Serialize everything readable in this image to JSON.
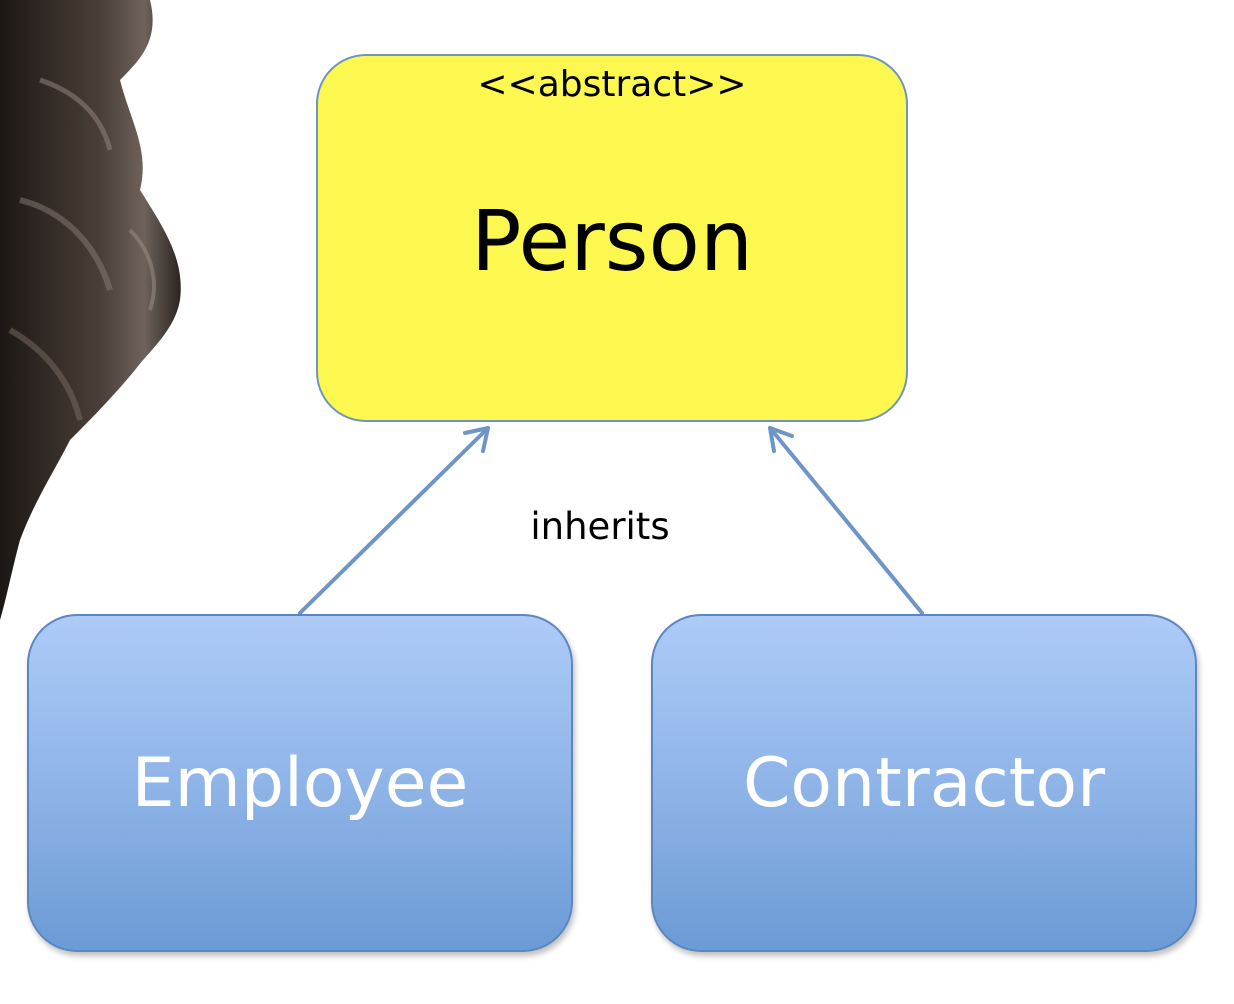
{
  "diagram": {
    "parent": {
      "stereotype": "<<abstract>>",
      "name": "Person",
      "fill_color": "#fdf84f"
    },
    "children": [
      {
        "name": "Employee"
      },
      {
        "name": "Contractor"
      }
    ],
    "relation_label": "inherits",
    "child_fill_color": "#8fb4e8",
    "arrow_color": "#6f95c6"
  }
}
